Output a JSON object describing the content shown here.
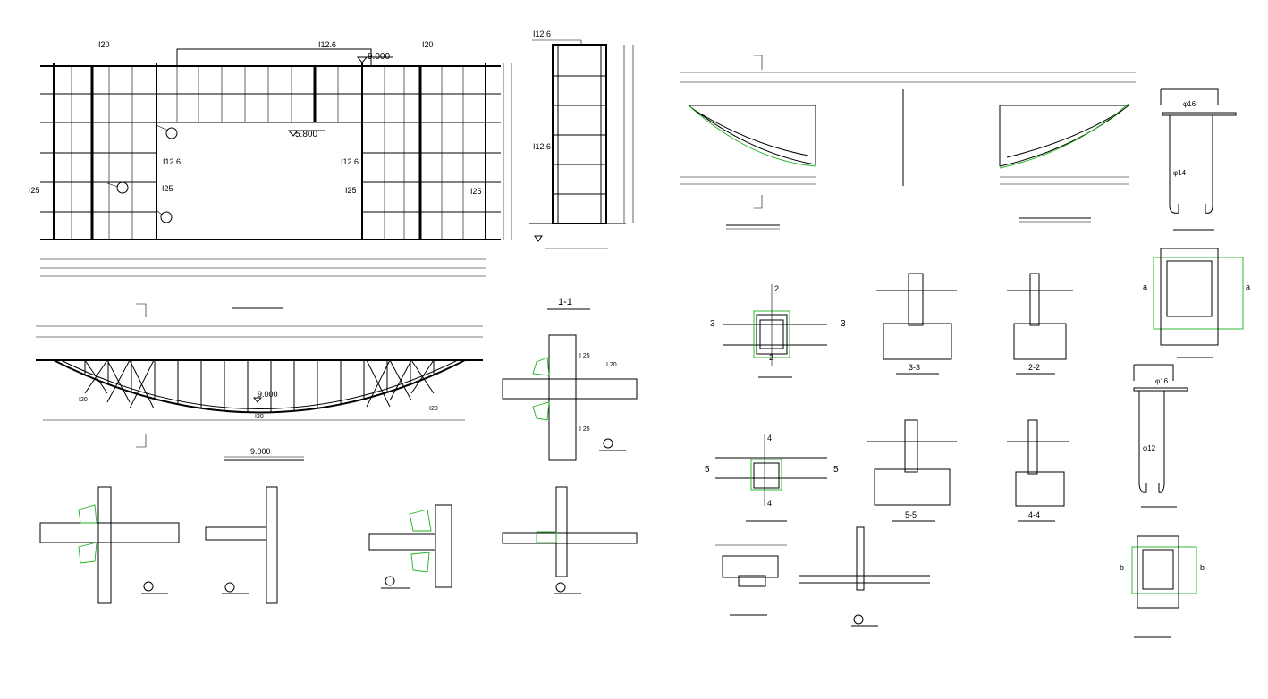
{
  "drawing": {
    "elevation_labels": {
      "top_center": "I12.6",
      "top_left": "I20",
      "top_right": "I20",
      "level_top": "9.000",
      "level_mid": "5.800",
      "col_left": "I12.6",
      "col_right": "I12.6",
      "side_left": "I25",
      "side_left2": "I25",
      "side_right": "I25",
      "side_right2": "I25"
    },
    "side_elevation_labels": {
      "top": "I12.6",
      "mid": "I12.6"
    },
    "truss_labels": {
      "level": "9.000",
      "title": "9.000",
      "left_member": "I20",
      "bottom_member": "I20",
      "right_member": "I20"
    },
    "section_titles": {
      "s11": "1-1",
      "s33": "3-3",
      "s22": "2-2",
      "s55": "5-5",
      "s44": "4-4"
    },
    "section_marks": {
      "m3a": "3",
      "m3b": "3",
      "m5a": "5",
      "m5b": "5",
      "m2a": "2",
      "m2b": "2",
      "m4a": "4",
      "m4b": "4",
      "ma": "a",
      "mb": "a",
      "mc": "b",
      "md": "b"
    },
    "rebar_labels": {
      "top1": "φ16",
      "side1": "φ14",
      "top2": "φ16",
      "side2": "φ12"
    }
  }
}
